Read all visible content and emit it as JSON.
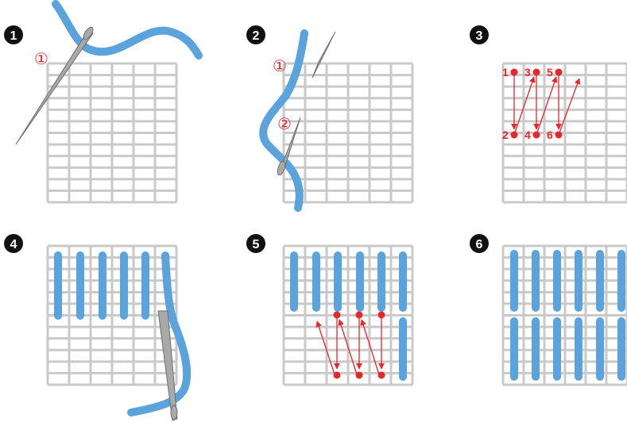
{
  "colors": {
    "thread": "#5aa3dc",
    "grid": "#c9c9c9",
    "red": "#e8262b",
    "needle_fill": "#a9a9a9",
    "needle_stroke": "#6e6e6e",
    "badge": "#111111"
  },
  "steps": [
    {
      "number": "1",
      "callouts": [
        "①"
      ]
    },
    {
      "number": "2",
      "callouts": [
        "①",
        "②"
      ]
    },
    {
      "number": "3",
      "point_labels": [
        "1",
        "3",
        "5",
        "2",
        "4",
        "6"
      ]
    },
    {
      "number": "4"
    },
    {
      "number": "5"
    },
    {
      "number": "6"
    }
  ]
}
